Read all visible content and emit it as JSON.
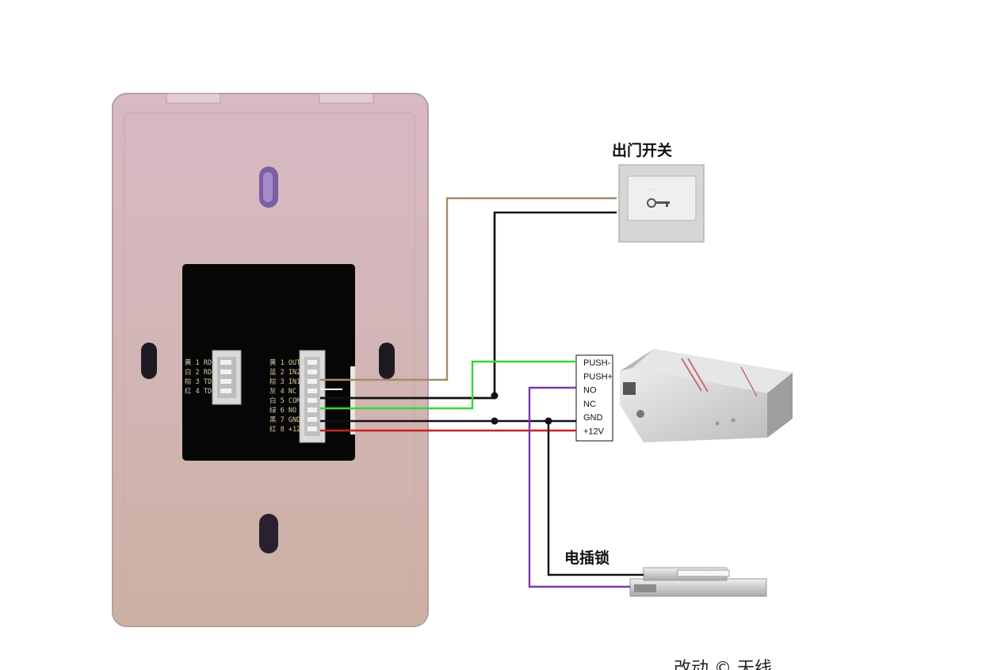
{
  "labels": {
    "exit_switch": "出门开关",
    "electric_bolt": "电插锁",
    "footer": "改动 © 天线"
  },
  "left_connector": {
    "pins": [
      {
        "label": "黄 1 RD-"
      },
      {
        "label": "白 2 RD+"
      },
      {
        "label": "棕 3 TD-"
      },
      {
        "label": "红 4 TD+"
      }
    ]
  },
  "right_connector": {
    "pins": [
      {
        "label": "黄 1 OUT2"
      },
      {
        "label": "蓝 2 IN2"
      },
      {
        "label": "棕 3 IN1"
      },
      {
        "label": "灰 4 NC"
      },
      {
        "label": "白 5 COM"
      },
      {
        "label": "绿 6 NO"
      },
      {
        "label": "黑 7 GND"
      },
      {
        "label": "红 8 +12"
      }
    ]
  },
  "power_terminals": [
    {
      "label": "PUSH-"
    },
    {
      "label": "PUSH+"
    },
    {
      "label": "NO"
    },
    {
      "label": "NC"
    },
    {
      "label": "GND"
    },
    {
      "label": "+12V"
    }
  ],
  "wire_colors": {
    "brown": "#a48a66",
    "black": "#111111",
    "green": "#33d933",
    "red": "#cc2020",
    "purple": "#7a3aa8",
    "white": "#ffffff"
  }
}
